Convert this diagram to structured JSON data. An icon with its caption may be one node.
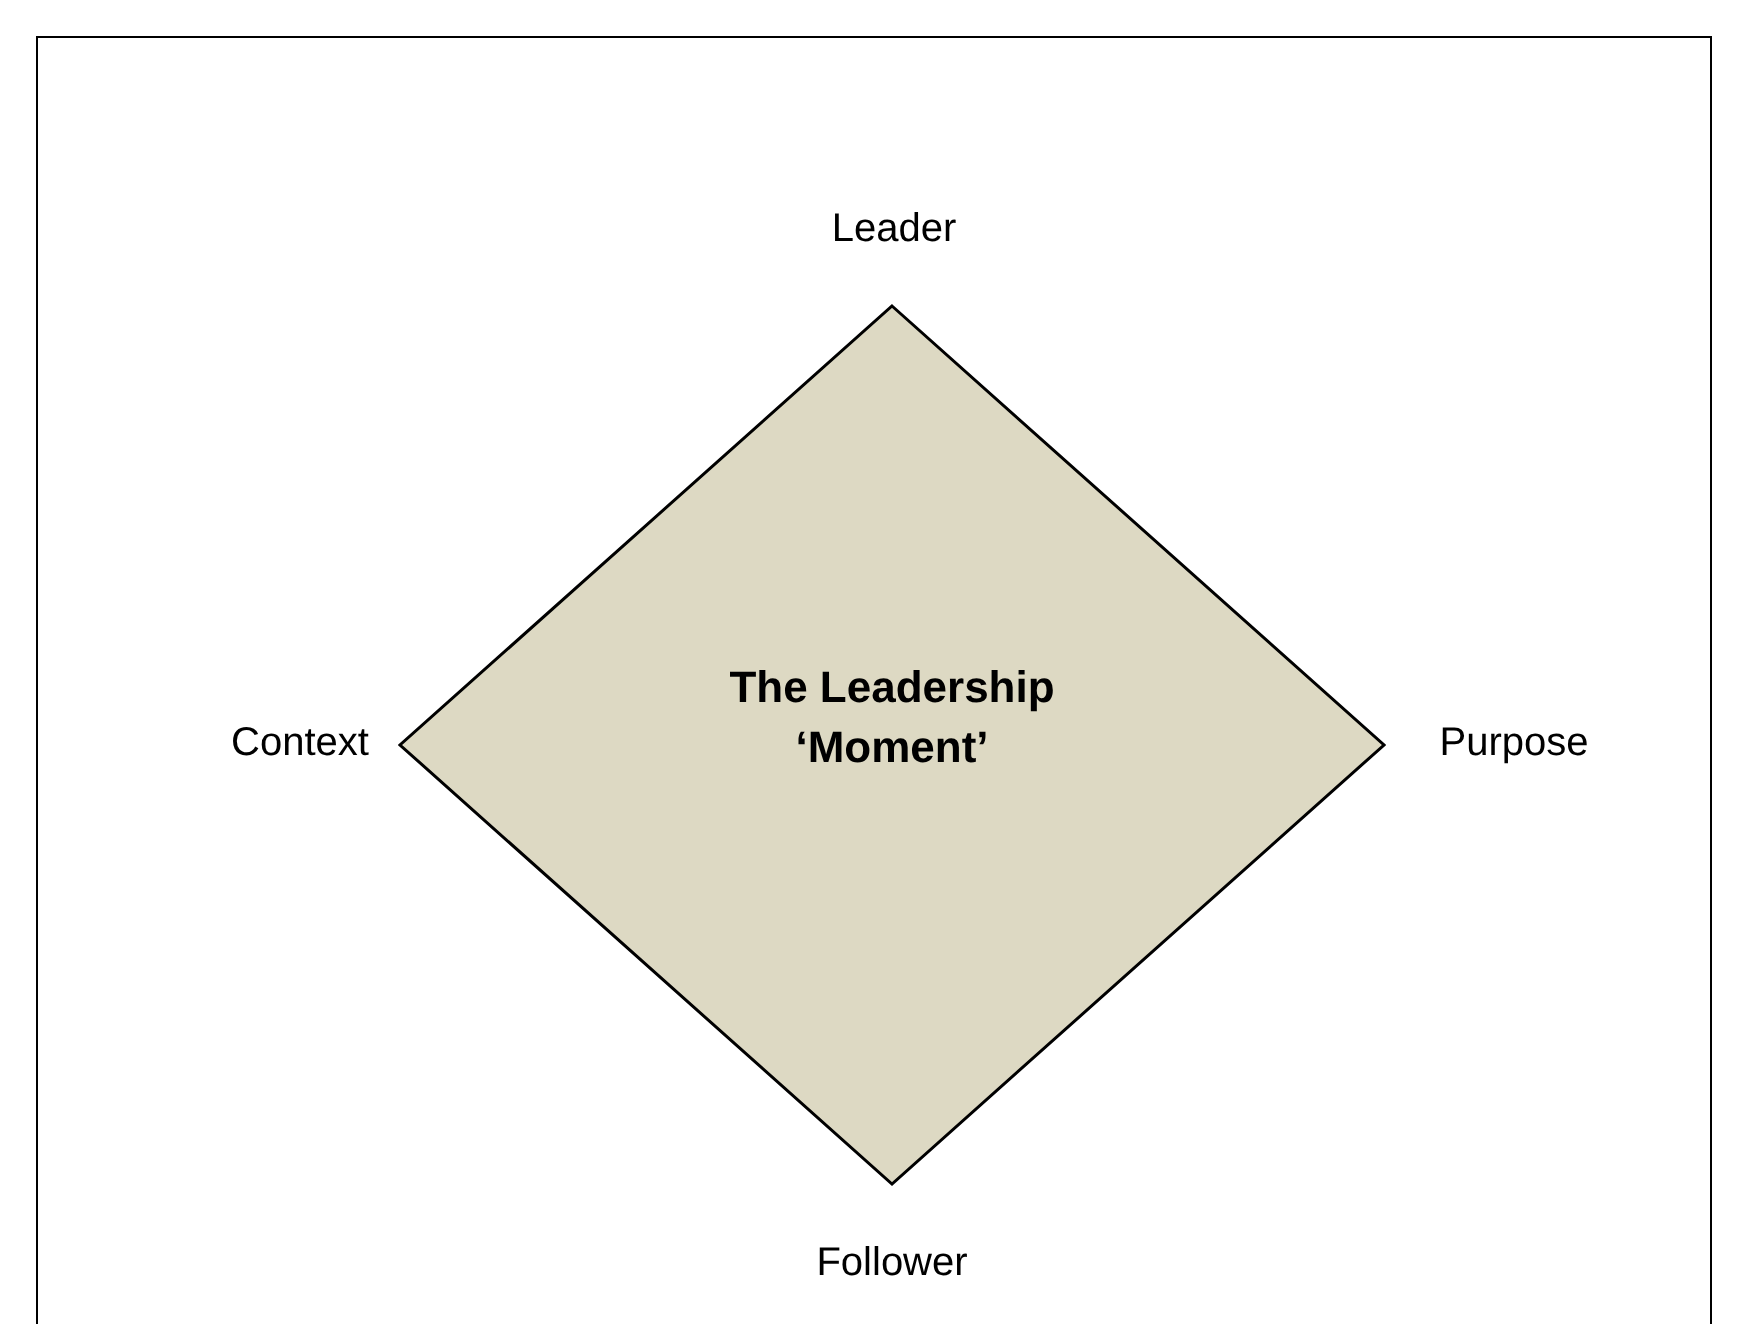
{
  "diagram": {
    "nodes": [
      {
        "text": [
          "The Leadership ‘Moment’"
        ]
      }
    ],
    "labels": [
      "Leader",
      "Context",
      "Purpose",
      "Follower"
    ]
  }
}
